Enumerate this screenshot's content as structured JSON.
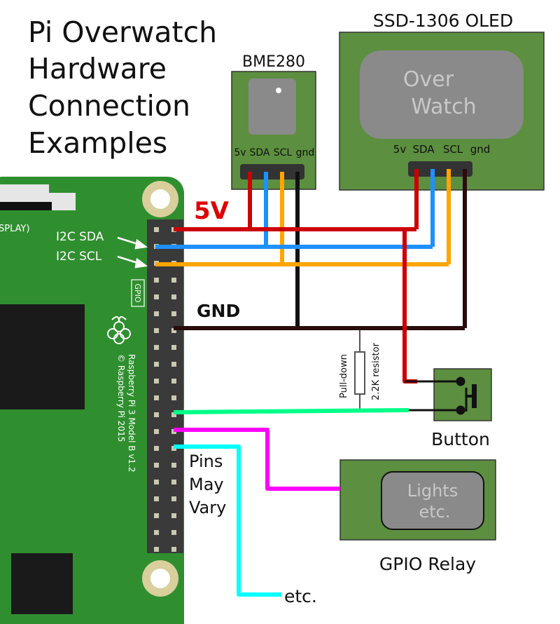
{
  "title": {
    "line1": "Pi Overwatch",
    "line2": "Hardware",
    "line3": "Connection",
    "line4": "Examples"
  },
  "bme280": {
    "name": "BME280",
    "pins": [
      "5v",
      "SDA",
      "SCL",
      "gnd"
    ]
  },
  "oled": {
    "name": "SSD-1306 OLED",
    "screen_line1": "Over",
    "screen_line2": "Watch",
    "pins": [
      "5v",
      "SDA",
      "SCL",
      "gnd"
    ]
  },
  "board": {
    "display_label": "SPLAY)",
    "gpio_label": "GPIO",
    "model_line1": "Raspberry Pi 3 Model B v1.2",
    "model_line2": "© Raspberry Pi 2015"
  },
  "labels": {
    "i2c_sda": "I2C SDA",
    "i2c_scl": "I2C SCL",
    "five_v": "5V",
    "gnd": "GND",
    "pulldown": "Pull-down",
    "resistor": "2.2K resistor",
    "button": "Button",
    "pins1": "Pins",
    "pins2": "May",
    "pins3": "Vary",
    "relay": "GPIO Relay",
    "lights1": "Lights",
    "lights2": "etc.",
    "etc": "etc."
  },
  "colors": {
    "board_green": "#2f8f2f",
    "module_green": "#5c8f3f",
    "red_5v": "#cc0000",
    "blue_sda": "#1e90ff",
    "orange_scl": "#ffa500",
    "black_gnd": "#111111",
    "green_button": "#00ff88",
    "magenta_relay": "#ff00ff",
    "cyan_etc": "#00ffff"
  }
}
